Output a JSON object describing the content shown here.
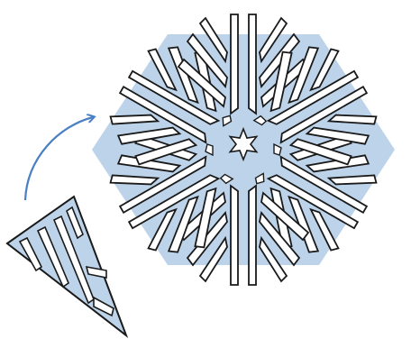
{
  "illustration": {
    "elements": [
      "snowflake",
      "folded-paper-wedge",
      "unfold-arrow"
    ],
    "colors": {
      "paper_fill": "#bcd3ea",
      "outline": "#1a1a1a",
      "arrow": "#4a7fc4",
      "background": "#ffffff"
    },
    "snowflake": {
      "symmetry": 6,
      "center_shape": "six-pointed-star"
    },
    "wedge": {
      "note_text": ""
    }
  }
}
